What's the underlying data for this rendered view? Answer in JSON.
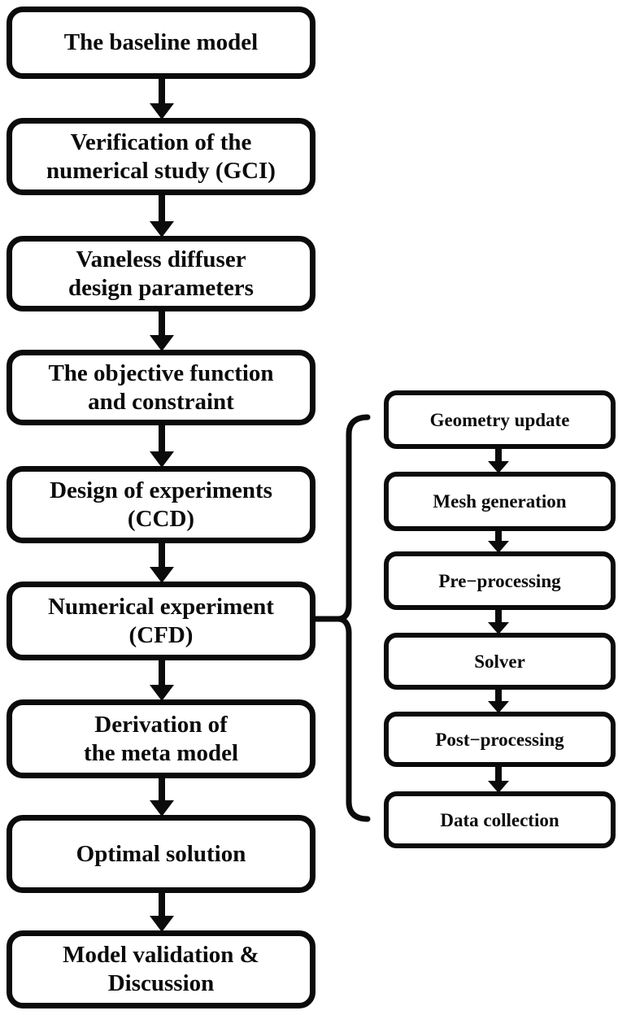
{
  "diagram": {
    "type": "flowchart",
    "colors": {
      "background": "#ffffff",
      "stroke": "#0b0b0b",
      "text": "#0b0b0b",
      "box_fill": "#ffffff"
    },
    "main_flow": {
      "steps": [
        {
          "label": "The baseline model"
        },
        {
          "label": "Verification of the\nnumerical study (GCI)"
        },
        {
          "label": "Vaneless diffuser\ndesign parameters"
        },
        {
          "label": "The objective function\nand constraint"
        },
        {
          "label": "Design of experiments\n(CCD)"
        },
        {
          "label": "Numerical experiment\n(CFD)"
        },
        {
          "label": "Derivation of\nthe meta model"
        },
        {
          "label": "Optimal solution"
        },
        {
          "label": "Model validation &\nDiscussion"
        }
      ]
    },
    "sub_flow": {
      "steps": [
        {
          "label": "Geometry update"
        },
        {
          "label": "Mesh generation"
        },
        {
          "label": "Pre−processing"
        },
        {
          "label": "Solver"
        },
        {
          "label": "Post−processing"
        },
        {
          "label": "Data collection"
        }
      ]
    },
    "connector": {
      "style": "curly-brace",
      "from": "Numerical experiment (CFD)",
      "to": "sub-flow loop (Geometry update … Data collection)"
    }
  }
}
